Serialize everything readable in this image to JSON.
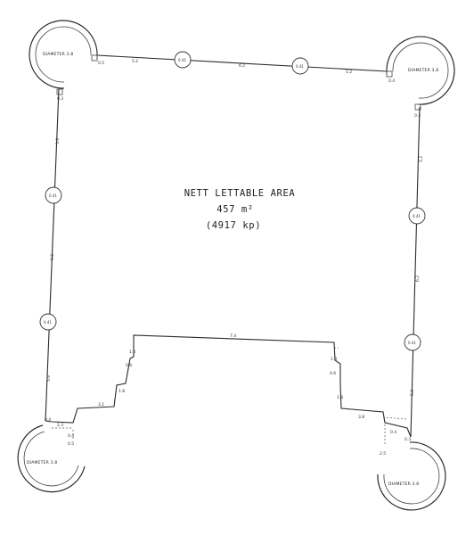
{
  "area": {
    "title": "NETT LETTABLE AREA",
    "metric": "457 m²",
    "imperial": "(4917 kp)"
  },
  "towers": {
    "nw": "DIAMETER 3.8",
    "ne": "DIAMETER 3.8",
    "sw": "DIAMETER 3.8",
    "se": "DIAMETER 3.8"
  },
  "columns": {
    "top_left": "0.41",
    "top_right": "0.41",
    "left_upper": "0.41",
    "left_lower": "0.41",
    "right_upper": "0.41",
    "right_lower": "0.41"
  },
  "dimensions": {
    "top_seg_1": "5.2",
    "top_seg_2": "6.2",
    "top_seg_3": "5.2",
    "top_end_l": "0.5",
    "top_end_r": "0.4",
    "left_top": "0.3",
    "left_seg_1": "5.9",
    "left_seg_2": "6.2",
    "left_seg_3": "5.9",
    "left_bot": "0.4",
    "right_top": "0.3",
    "right_seg_1": "5.2",
    "right_seg_2": "6.2",
    "right_seg_3": "5.2",
    "right_bot": "0.3",
    "bottom_center": "7.4",
    "bottom_left_run": "3.1",
    "bottom_left_step": "0.6",
    "bottom_left_rise_1": "1.4",
    "bottom_left_rise_2": "1.8",
    "bottom_left_small": "0.4",
    "bottom_left_stub_1": "2.3",
    "bottom_left_stub_2": "0.5",
    "bottom_right_run": "3.8",
    "bottom_right_step": "0.6",
    "bottom_right_rise_1": "1.9",
    "bottom_right_rise_2": "1.8",
    "bottom_right_small": "0.4",
    "bottom_right_stub": "2.5"
  }
}
